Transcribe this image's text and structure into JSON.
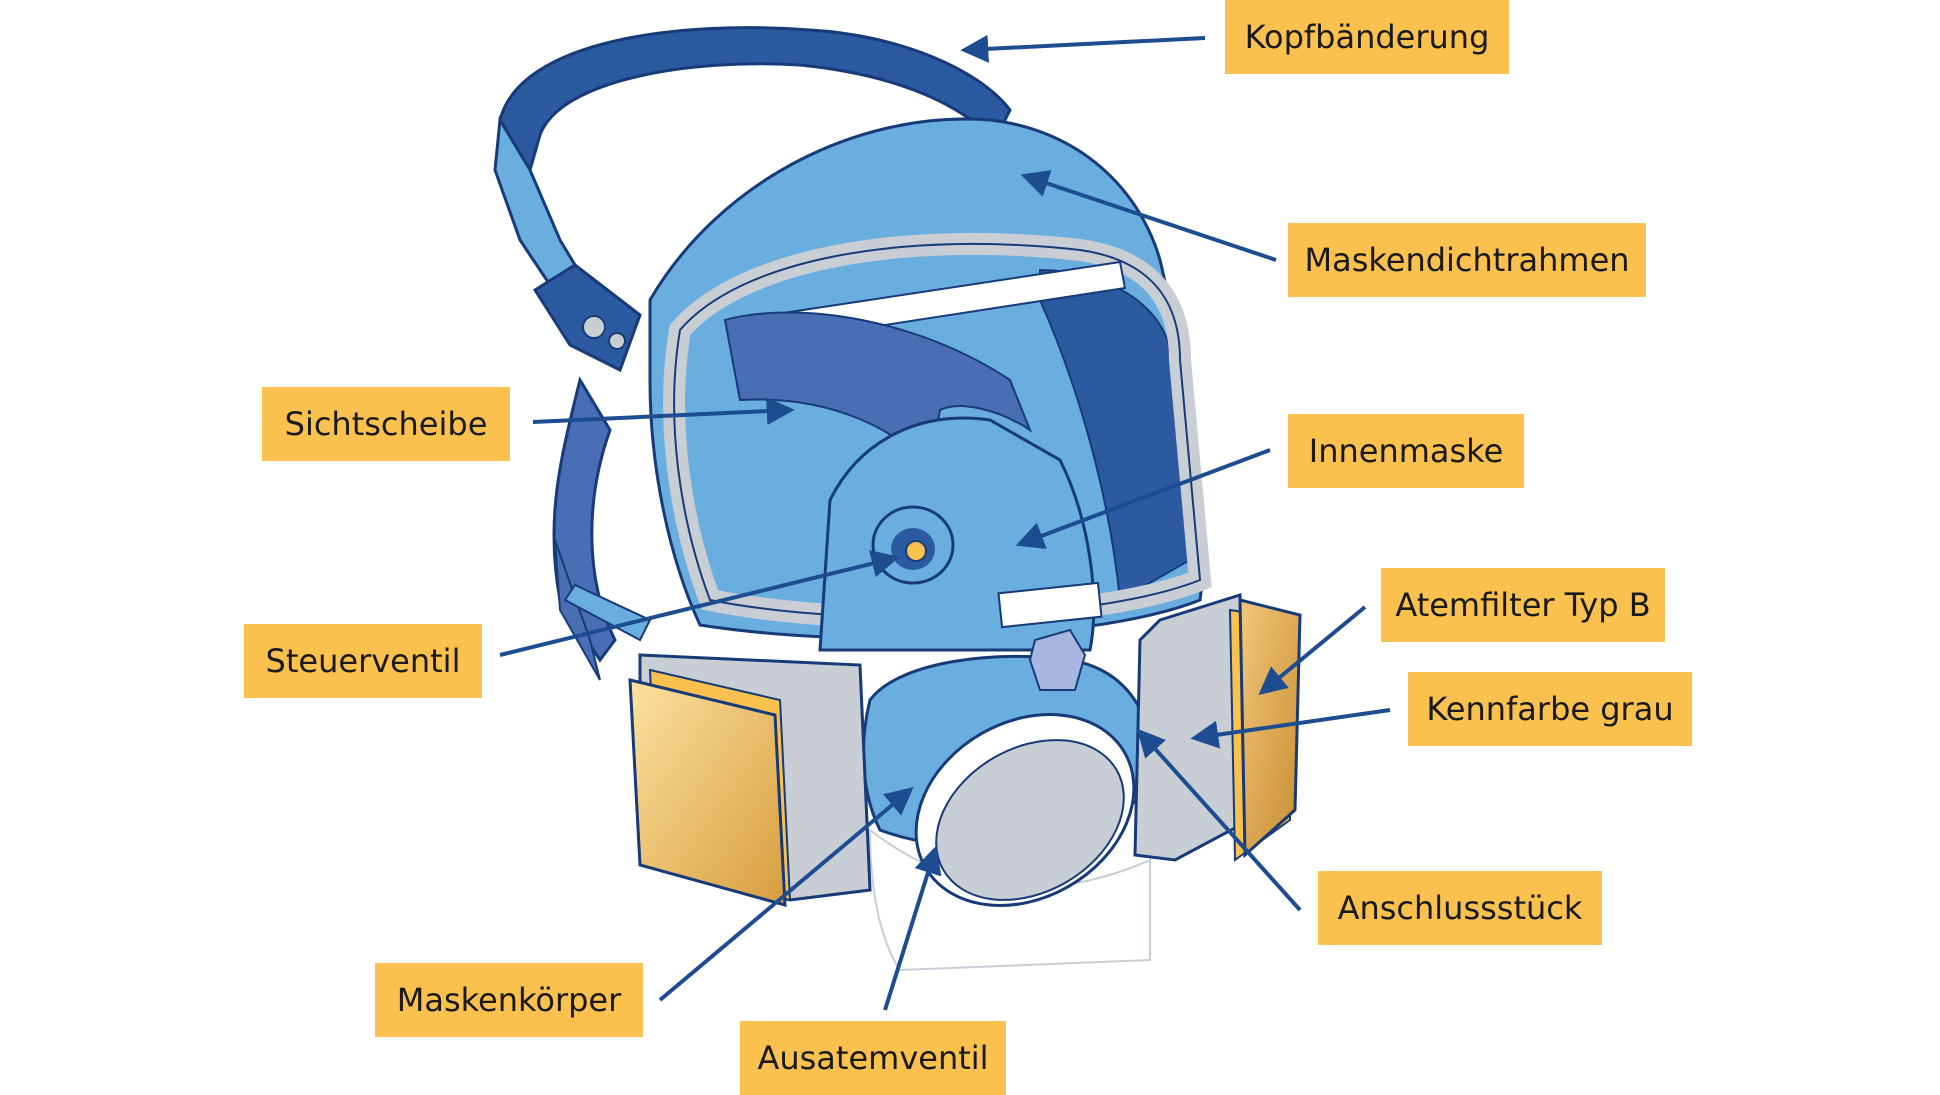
{
  "labels": {
    "kopfbaenderung": "Kopfbänderung",
    "maskendichtrahmen": "Maskendichtrahmen",
    "sichtscheibe": "Sichtscheibe",
    "innenmaske": "Innenmaske",
    "steuerventil": "Steuerventil",
    "atemfilter": "Atemfilter Typ B",
    "kennfarbe": "Kennfarbe grau",
    "anschlussstueck": "Anschlussstück",
    "maskenkoerper": "Maskenkörper",
    "ausatemventil": "Ausatemventil"
  },
  "colors": {
    "label_bg": "#fbc14f",
    "arrow": "#1d4c91",
    "mask_light": "#6aaee0",
    "mask_dark": "#2c5aa0",
    "strap_mid": "#4a6eb5",
    "filter_gold": "#e9b35a",
    "grey": "#c9cdd4"
  }
}
